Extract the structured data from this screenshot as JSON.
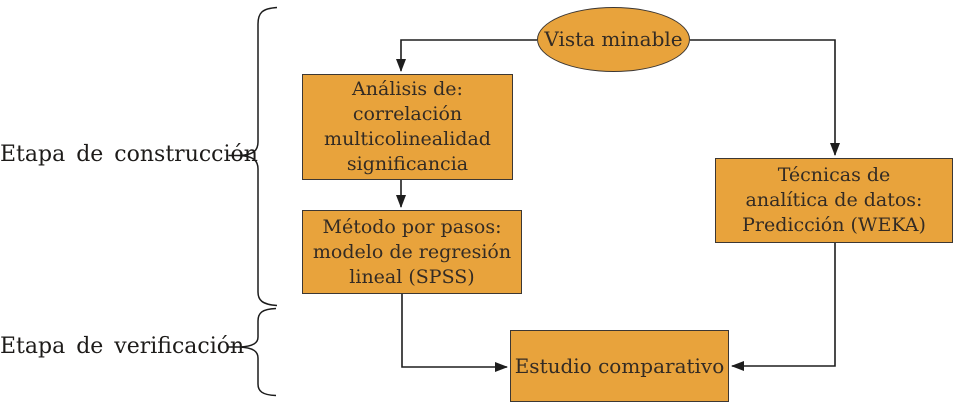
{
  "diagram": {
    "nodes": {
      "vista_minable": "Vista minable",
      "analisis": "Análisis de:\ncorrelación\nmulticolinealidad\nsignificancia",
      "metodo": "Método por pasos:\nmodelo de regresión\nlineal (SPSS)",
      "tecnicas": "Técnicas de\nanalítica de datos:\nPredicción (WEKA)",
      "estudio": "Estudio comparativo"
    },
    "stage_labels": {
      "construccion": "Etapa de construcción",
      "verificacion": "Etapa de verificación"
    },
    "colors": {
      "node_fill": "#E8A33C",
      "node_border": "#3C3733",
      "node_text": "#332B24",
      "connector": "#1E1E1E"
    }
  }
}
